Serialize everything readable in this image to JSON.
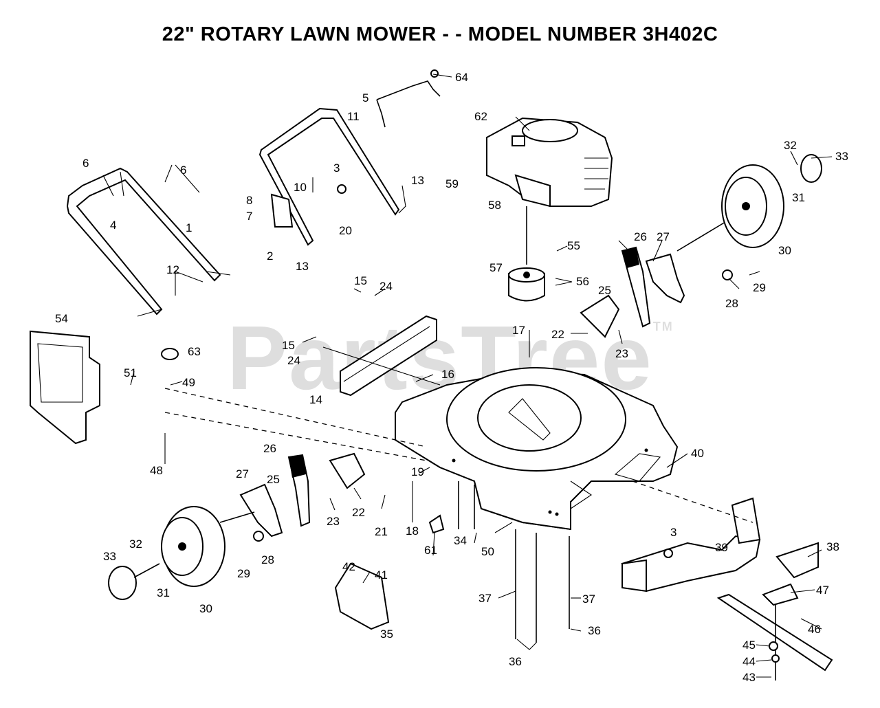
{
  "title": "22\" ROTARY LAWN MOWER  - -  MODEL NUMBER 3H402C",
  "watermark": "PartsTree",
  "watermark_mark": "TM",
  "callouts": {
    "c1": "1",
    "c2": "2",
    "c3a": "3",
    "c3b": "3",
    "c4": "4",
    "c5": "5",
    "c6a": "6",
    "c6b": "6",
    "c7": "7",
    "c8": "8",
    "c10": "10",
    "c11": "11",
    "c12": "12",
    "c13a": "13",
    "c13b": "13",
    "c14": "14",
    "c15a": "15",
    "c15b": "15",
    "c16": "16",
    "c17": "17",
    "c18": "18",
    "c19": "19",
    "c20": "20",
    "c21": "21",
    "c22a": "22",
    "c22b": "22",
    "c23a": "23",
    "c23b": "23",
    "c24a": "24",
    "c24b": "24",
    "c25a": "25",
    "c25b": "25",
    "c26a": "26",
    "c26b": "26",
    "c27a": "27",
    "c27b": "27",
    "c28a": "28",
    "c28b": "28",
    "c29a": "29",
    "c29b": "29",
    "c30a": "30",
    "c30b": "30",
    "c31a": "31",
    "c31b": "31",
    "c32a": "32",
    "c32b": "32",
    "c33a": "33",
    "c33b": "33",
    "c34": "34",
    "c35": "35",
    "c36a": "36",
    "c36b": "36",
    "c37a": "37",
    "c37b": "37",
    "c38": "38",
    "c39": "39",
    "c40": "40",
    "c41": "41",
    "c42": "42",
    "c43": "43",
    "c44": "44",
    "c45": "45",
    "c46": "46",
    "c47": "47",
    "c48": "48",
    "c49": "49",
    "c50": "50",
    "c51": "51",
    "c54": "54",
    "c55": "55",
    "c56": "56",
    "c57": "57",
    "c58": "58",
    "c59": "59",
    "c61": "61",
    "c62": "62",
    "c63": "63",
    "c64": "64"
  }
}
